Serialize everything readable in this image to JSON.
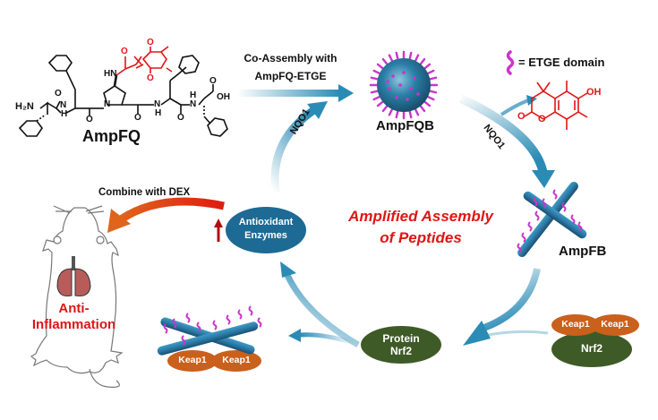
{
  "molecule": {
    "name": "AmpFQ",
    "atoms": {
      "h2n": "H₂N",
      "nh": "N",
      "h": "H",
      "o": "O",
      "hn": "HN",
      "n": "N",
      "oh": "OH"
    }
  },
  "arrows": {
    "co_assembly_line1": "Co-Assembly with",
    "co_assembly_line2": "AmpFQ-ETGE",
    "nqo1_left": "NQO1",
    "nqo1_right": "NQO1",
    "combine": "Combine with DEX"
  },
  "nodes": {
    "ampfqb": "AmpFQB",
    "ampfb": "AmpFB",
    "antioxidant_line1": "Antioxidant",
    "antioxidant_line2": "Enzymes",
    "protein_line1": "Protein",
    "protein_line2": "Nrf2",
    "nrf2": "Nrf2",
    "keap1": "Keap1"
  },
  "legend": {
    "etge": "= ETGE domain"
  },
  "byproduct": {
    "oh": "OH",
    "o1": "O",
    "o2": "O"
  },
  "center_title": {
    "line1": "Amplified Assembly",
    "line2": "of Peptides"
  },
  "outcome": {
    "line1": "Anti-",
    "line2": "Inflammation"
  },
  "colors": {
    "nanoparticle": "#1f6e93",
    "etge": "#cc33cc",
    "keap1": "#c9601c",
    "nrf2": "#3e5a26",
    "enzyme": "#1d6a94",
    "arrow_blue": "#2a8bb5",
    "arrow_orange": "#e05a14",
    "accent_red": "#e01515",
    "lung": "#b85c5a"
  }
}
